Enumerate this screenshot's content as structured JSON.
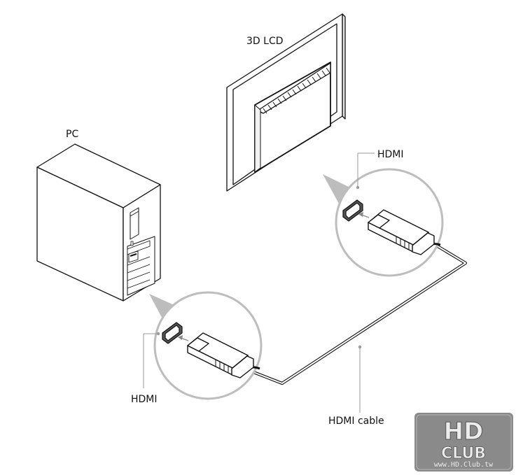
{
  "labels": {
    "monitor": "3D LCD",
    "pc": "PC",
    "hdmi_monitor": "HDMI",
    "hdmi_pc": "HDMI",
    "cable": "HDMI cable"
  },
  "watermark": {
    "line1": "HD",
    "line2": "CLUB",
    "url": "www.HD.Club.tw"
  },
  "colors": {
    "line": "#111111",
    "callout": "#bdbdbd",
    "cable_gray": "#9a9a9a",
    "watermark_bg": "#8a8a8a"
  }
}
